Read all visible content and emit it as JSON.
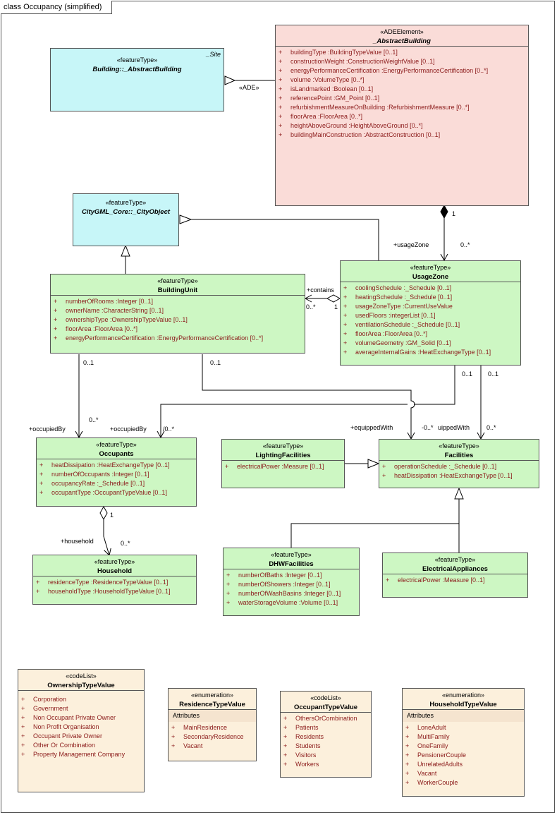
{
  "frame": {
    "title": "class Occupancy (simplified)"
  },
  "classes": {
    "abstract_building_ade": {
      "stereotype": "«ADEElement»",
      "name": "_AbstractBuilding",
      "attributes": [
        {
          "vis": "+",
          "text": "buildingType  :BuildingTypeValue [0..1]"
        },
        {
          "vis": "+",
          "text": "constructionWeight  :ConstructionWeightValue [0..1]"
        },
        {
          "vis": "+",
          "text": "energyPerformanceCertification  :EnergyPerformanceCertification [0..*]"
        },
        {
          "vis": "+",
          "text": "volume  :VolumeType [0..*]"
        },
        {
          "vis": "+",
          "text": "isLandmarked  :Boolean [0..1]"
        },
        {
          "vis": "+",
          "text": "referencePoint  :GM_Point [0..1]"
        },
        {
          "vis": "+",
          "text": "refurbishmentMeasureOnBuilding  :RefurbishmentMeasure [0..*]"
        },
        {
          "vis": "+",
          "text": "floorArea  :FloorArea [0..*]"
        },
        {
          "vis": "+",
          "text": "heightAboveGround  :HeightAboveGround [0..*]"
        },
        {
          "vis": "+",
          "text": "buildingMainConstruction  :AbstractConstruction [0..1]"
        }
      ]
    },
    "building_abstract": {
      "site_tag": "_Site",
      "stereotype": "«featureType»",
      "name": "Building::_AbstractBuilding"
    },
    "city_object": {
      "stereotype": "«featureType»",
      "name": "CityGML_Core::_CityObject"
    },
    "building_unit": {
      "stereotype": "«featureType»",
      "name": "BuildingUnit",
      "attributes": [
        {
          "vis": "+",
          "text": "numberOfRooms  :Integer [0..1]"
        },
        {
          "vis": "+",
          "text": "ownerName  :CharacterString [0..1]"
        },
        {
          "vis": "+",
          "text": "ownershipType  :OwnershipTypeValue [0..1]"
        },
        {
          "vis": "+",
          "text": "floorArea  :FloorArea [0..*]"
        },
        {
          "vis": "+",
          "text": "energyPerformanceCertification  :EnergyPerformanceCertification [0..*]"
        }
      ]
    },
    "usage_zone": {
      "stereotype": "«featureType»",
      "name": "UsageZone",
      "attributes": [
        {
          "vis": "+",
          "text": "coolingSchedule  :_Schedule [0..1]"
        },
        {
          "vis": "+",
          "text": "heatingSchedule  :_Schedule [0..1]"
        },
        {
          "vis": "+",
          "text": "usageZoneType  :CurrentUseValue"
        },
        {
          "vis": "+",
          "text": "usedFloors  :integerList [0..1]"
        },
        {
          "vis": "+",
          "text": "ventilationSchedule  :_Schedule [0..1]"
        },
        {
          "vis": "+",
          "text": "floorArea  :FloorArea [0..*]"
        },
        {
          "vis": "+",
          "text": "volumeGeometry  :GM_Solid [0..1]"
        },
        {
          "vis": "+",
          "text": "averageInternalGains  :HeatExchangeType [0..1]"
        }
      ]
    },
    "occupants": {
      "stereotype": "«featureType»",
      "name": "Occupants",
      "attributes": [
        {
          "vis": "+",
          "text": "heatDissipation  :HeatExchangeType [0..1]"
        },
        {
          "vis": "+",
          "text": "numberOfOccupants  :Integer [0..1]"
        },
        {
          "vis": "+",
          "text": "occupancyRate  :_Schedule [0..1]"
        },
        {
          "vis": "+",
          "text": "occupantType  :OccupantTypeValue [0..1]"
        }
      ]
    },
    "lighting_facilities": {
      "stereotype": "«featureType»",
      "name": "LightingFacilities",
      "attributes": [
        {
          "vis": "+",
          "text": "electricalPower  :Measure [0..1]"
        }
      ]
    },
    "facilities": {
      "stereotype": "«featureType»",
      "name": "Facilities",
      "attributes": [
        {
          "vis": "+",
          "text": "operationSchedule  :_Schedule [0..1]"
        },
        {
          "vis": "+",
          "text": "heatDissipation  :HeatExchangeType [0..1]"
        }
      ]
    },
    "household": {
      "stereotype": "«featureType»",
      "name": "Household",
      "attributes": [
        {
          "vis": "+",
          "text": "residenceType  :ResidenceTypeValue [0..1]"
        },
        {
          "vis": "+",
          "text": "householdType  :HouseholdTypeValue [0..1]"
        }
      ]
    },
    "dhw_facilities": {
      "stereotype": "«featureType»",
      "name": "DHWFacilities",
      "attributes": [
        {
          "vis": "+",
          "text": "numberOfBaths  :Integer [0..1]"
        },
        {
          "vis": "+",
          "text": "numberOfShowers  :Integer [0..1]"
        },
        {
          "vis": "+",
          "text": "numberOfWashBasins  :Integer [0..1]"
        },
        {
          "vis": "+",
          "text": "waterStorageVolume  :Volume [0..1]"
        }
      ]
    },
    "electrical_appliances": {
      "stereotype": "«featureType»",
      "name": "ElectricalAppliances",
      "attributes": [
        {
          "vis": "+",
          "text": "electricalPower  :Measure [0..1]"
        }
      ]
    },
    "ownership_type_value": {
      "stereotype": "«codeList»",
      "name": "OwnershipTypeValue",
      "attributes": [
        {
          "vis": "+",
          "text": "Corporation"
        },
        {
          "vis": "+",
          "text": "Government"
        },
        {
          "vis": "+",
          "text": "Non Occupant Private Owner"
        },
        {
          "vis": "+",
          "text": "Non Profit Organisation"
        },
        {
          "vis": "+",
          "text": "Occupant Private Owner"
        },
        {
          "vis": "+",
          "text": "Other Or Combination"
        },
        {
          "vis": "+",
          "text": "Property Management Company"
        }
      ]
    },
    "residence_type_value": {
      "stereotype": "«enumeration»",
      "name": "ResidenceTypeValue",
      "section": "Attributes",
      "attributes": [
        {
          "vis": "+",
          "text": "MainResidence"
        },
        {
          "vis": "+",
          "text": "SecondaryResidence"
        },
        {
          "vis": "+",
          "text": "Vacant"
        }
      ]
    },
    "occupant_type_value": {
      "stereotype": "«codeList»",
      "name": "OccupantTypeValue",
      "attributes": [
        {
          "vis": "+",
          "text": "OthersOrCombination"
        },
        {
          "vis": "+",
          "text": "Patients"
        },
        {
          "vis": "+",
          "text": "Residents"
        },
        {
          "vis": "+",
          "text": "Students"
        },
        {
          "vis": "+",
          "text": "Visitors"
        },
        {
          "vis": "+",
          "text": "Workers"
        }
      ]
    },
    "household_type_value": {
      "stereotype": "«enumeration»",
      "name": "HouseholdTypeValue",
      "section": "Attributes",
      "attributes": [
        {
          "vis": "+",
          "text": "LoneAdult"
        },
        {
          "vis": "+",
          "text": "MultiFamily"
        },
        {
          "vis": "+",
          "text": "OneFamily"
        },
        {
          "vis": "+",
          "text": "PensionerCouple"
        },
        {
          "vis": "+",
          "text": "UnrelatedAdults"
        },
        {
          "vis": "+",
          "text": "Vacant"
        },
        {
          "vis": "+",
          "text": "WorkerCouple"
        }
      ]
    }
  },
  "labels": {
    "ade": "«ADE»",
    "agg_one_top": "1",
    "usage_zone_role": "+usageZone",
    "usage_zone_mult": "0..*",
    "contains_role": "+contains",
    "contains_mult_left": "0..*",
    "contains_mult_right": "1",
    "bu_occ_src": "0..1",
    "bu_occ_dst": "0..*",
    "bu_occ_role": "+occupiedBy",
    "bu_fac_src": "0..1",
    "uz_occ_src": "0..1",
    "uz_fac_src": "0..1",
    "uz_occ_role": "+occupiedBy",
    "uz_occ_dst": "/0..*",
    "eq_role_left": "+equippedWith",
    "eq_mult_mid": "-0..*",
    "eq_role_right": "uippedWith",
    "eq_mult_right": "0..*",
    "hh_one": "1",
    "hh_role": "+household",
    "hh_mult": "0..*"
  },
  "colors": {
    "feature": "#cdf7c3",
    "external": "#c7f6f8",
    "ade": "#fadcd8",
    "codelist": "#fcf0dc",
    "attribute_text": "#8b1a1a"
  }
}
